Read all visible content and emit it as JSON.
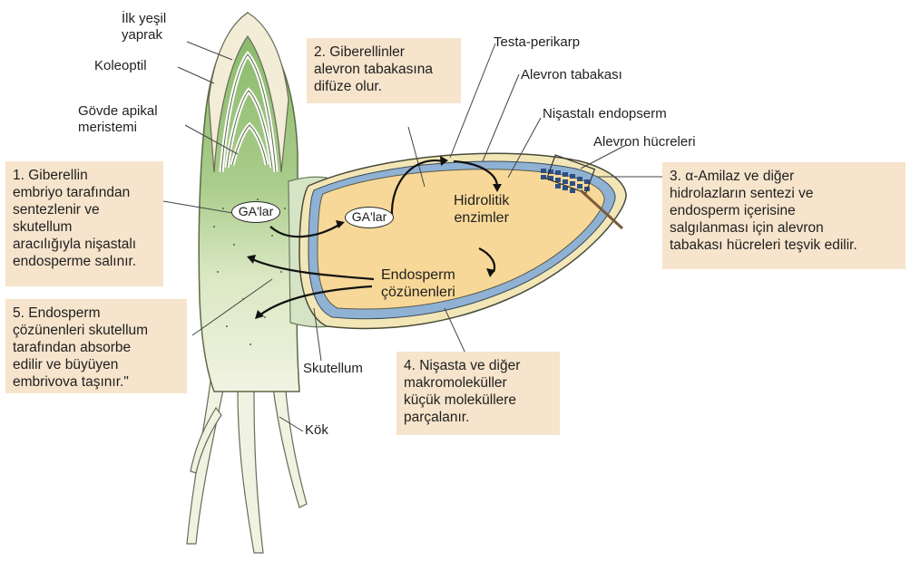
{
  "labels": {
    "first_leaf": "İlk yeşil\nyaprak",
    "coleoptile": "Koleoptil",
    "shoot_apical_meristem": "Gövde apikal\nmeristemi",
    "testa_pericarp": "Testa-perikarp",
    "aleurone_layer": "Alevron tabakası",
    "starchy_endosperm": "Nişastalı endopserm",
    "aleurone_cells": "Alevron hücreleri",
    "scutellum": "Skutellum",
    "root": "Kök",
    "hydrolytic_enzymes": "Hidrolitik\nenzimler",
    "endosperm_solutes": "Endosperm\nçözünenleri",
    "ga_embryo": "GA'lar",
    "ga_endosperm": "GA'lar"
  },
  "steps": {
    "step1": "1. Giberellin\nembriyo tarafından\nsentezlenir ve\nskutellum\naracılığıyla nişastalı\nendosperme salınır.",
    "step2": "2. Giberellinler\nalevron tabakasına\ndifüze olur.",
    "step3": "3. α-Amilaz ve diğer\nhidrolazların sentezi ve\nendosperm içerisine\nsalgılanması için alevron\ntabakası hücreleri teşvik edilir.",
    "step4": "4. Nişasta ve diğer\nmakromoleküller\nküçük moleküllere\nparçalanır.",
    "step5": "5. Endosperm\nçözünenleri skutellum\ntarafından absorbe\nedilir ve büyüyen\nembrivova taşınır.\""
  },
  "colors": {
    "callout_bg": "#f6e4cc",
    "embryo_green": "#8cbc6e",
    "embryo_light": "#eef2de",
    "endosperm": "#f8d898",
    "aleurone": "#8fb2d4",
    "testa": "#f3e6b6",
    "scutellum": "#d6e4c6"
  }
}
